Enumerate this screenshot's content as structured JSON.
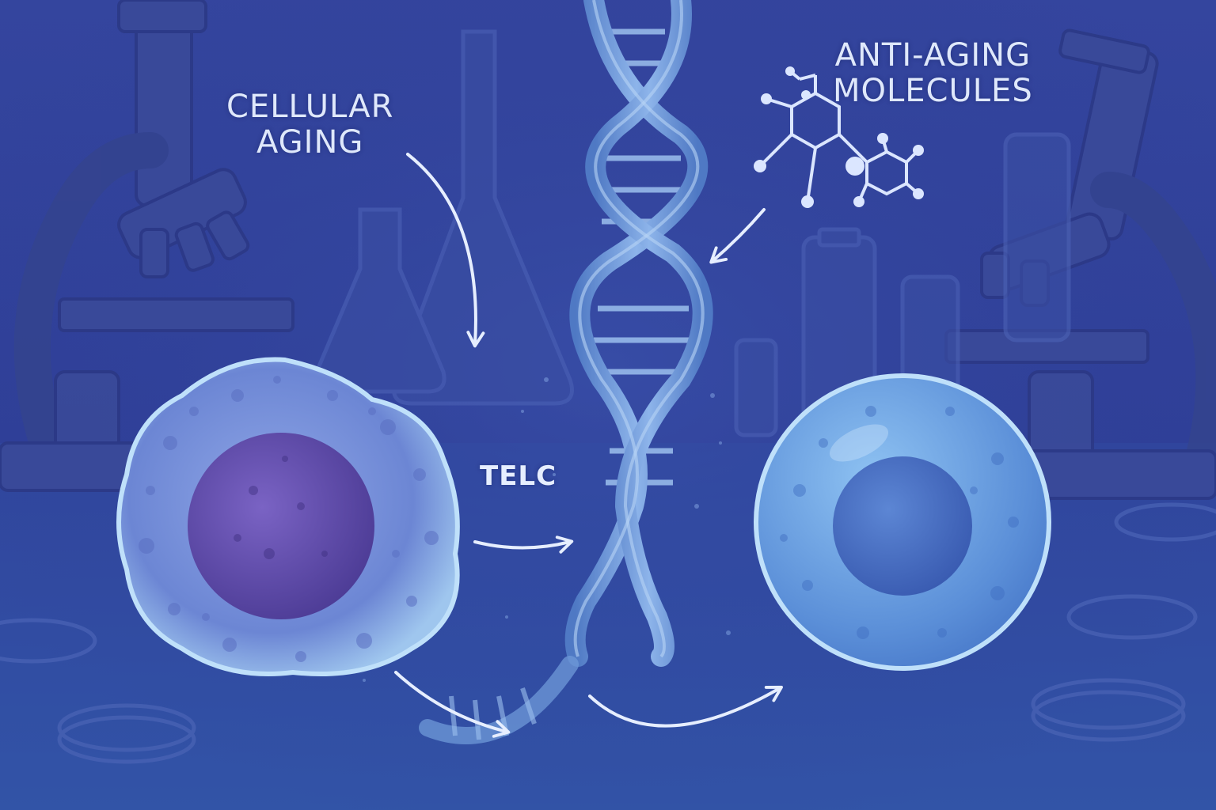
{
  "labels": {
    "cellular_aging": [
      "CELLULAR",
      "AGING"
    ],
    "anti_aging": [
      "ANTI-AGING",
      "MOLECULES"
    ],
    "telo": "TELC"
  },
  "colors": {
    "background_top": "#34459e",
    "background_bottom": "#2f4fa3",
    "equipment": "#3a4a99",
    "equipment_dark": "#2c3986",
    "dna_strand": "#6f9ad8",
    "dna_rung": "#9cc0ee",
    "aged_cell_membrane": "#9fc6ee",
    "aged_cell_nucleus": "#6a58b8",
    "young_cell": "#6fa8e6",
    "young_cell_nucleus": "#4a6fc4",
    "arrow": "#e6eeff",
    "molecule": "#dbe6ff"
  },
  "icons": [
    "microscope-left",
    "microscope-right",
    "lab-flask",
    "lab-bottle",
    "petri-dish",
    "dna-double-helix",
    "molecule-structure",
    "aged-cell",
    "young-cell",
    "arrow"
  ]
}
